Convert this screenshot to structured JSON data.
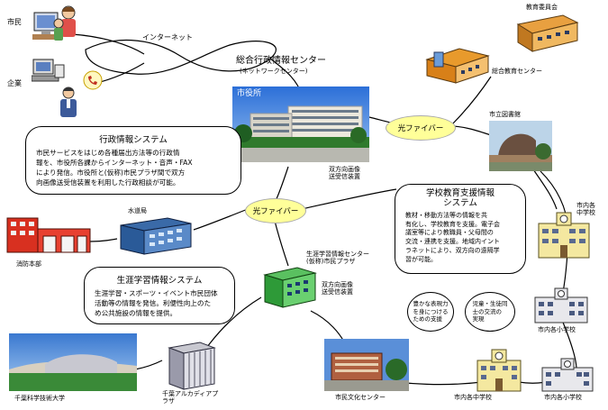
{
  "title": {
    "main": "総合行政情報センター",
    "sub": "(ネットワークセンター)"
  },
  "nodes": {
    "citizen": "市民",
    "company": "企業",
    "internet": "インターネット",
    "city_hall": "市役所",
    "board_of_education": "教育委員会",
    "education_center": "総合教育センター",
    "city_library": "市立図書館",
    "waterworks": "水道局",
    "fire_hq": "消防本部",
    "lifelong_center": "生涯学習情報センター\n(仮称)市民プラザ",
    "jr_high_top": "市内各\n中学校",
    "elem_mid": "市内各小学校",
    "jr_high_bottom": "市内各中学校",
    "elem_bottom": "市内各小学校",
    "univ": "千葉科学技術大学",
    "arcadia": "千葉アルカディアプ\nラザ",
    "culture_center": "市民文化センター",
    "video_conf_1": "双方向画像\n送受信装置",
    "video_conf_2": "双方向画像\n送受信装置"
  },
  "fiber": {
    "top": "光ファイバー",
    "mid": "光ファイバー"
  },
  "boxes": {
    "admin": {
      "title": "行政情報システム",
      "lines": [
        "市民サービスをはじめ各種届出方法等の行政情",
        "報を、市役所各課からインターネット・音声・FAX",
        "により発信。市役所と(仮称)市民プラザ間で双方",
        "向画像送受信装置を利用した行政相談が可能。"
      ]
    },
    "school": {
      "title_lines": [
        "学校教育支援情報",
        "システム"
      ],
      "lines": [
        "教材・移動方法等の情報を共",
        "有化し、学校教育を支援。電子会",
        "議室等により教職員・父母間の",
        "交流・連携を支援。地域内イント",
        "ラネットにより、双方向の遠隔学",
        "習が可能。"
      ]
    },
    "lifelong": {
      "title": "生涯学習情報システム",
      "lines": [
        "生涯学習・スポーツ・イベント市民団体",
        "活動等の情報を発信。利便性向上のた",
        "め公共施設の情報を提供。"
      ]
    }
  },
  "mini": {
    "left": "豊かな表現力\nを身につける\nための支援",
    "right": "児童・生徒同\n士の交流の\n実現"
  }
}
